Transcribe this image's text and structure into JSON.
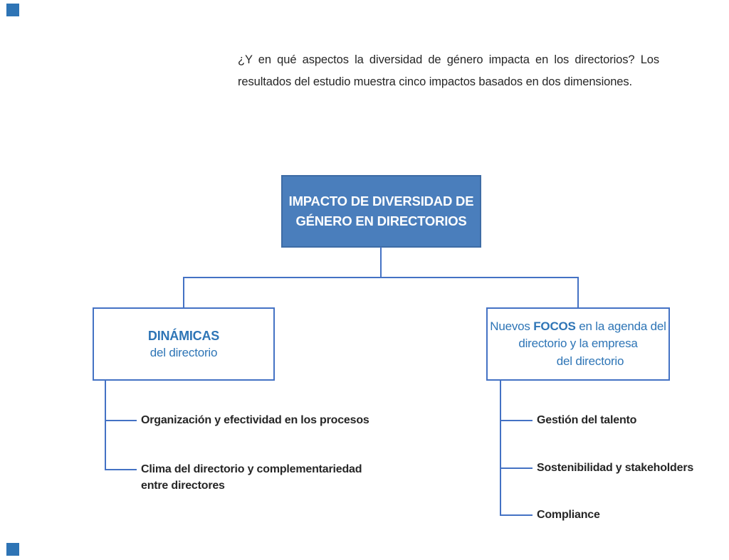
{
  "colors": {
    "corner_square": "#2E74B5",
    "root_fill": "#4A7EBC",
    "root_border": "#3E6CA5",
    "line_blue": "#4472C4",
    "text_blue": "#2E75B6",
    "text_dark": "#262626"
  },
  "intro": {
    "line1": "¿Y en qué aspectos la diversidad de género impacta en los directorios? Los",
    "line2": "resultados del estudio muestra cinco impactos basados en dos dimensiones."
  },
  "diagram": {
    "root_box": {
      "line1": "IMPACTO DE DIVERSIDAD DE",
      "line2": "GÉNERO EN DIRECTORIOS"
    },
    "left_box": {
      "title": "DINÁMICAS",
      "subtitle": "del directorio"
    },
    "right_box": {
      "line1_pre": "Nuevos ",
      "line1_bold": "FOCOS",
      "line1_post": " en la agenda del",
      "line2": "directorio y la empresa",
      "line3": "del directorio"
    },
    "left_items": {
      "item1": "Organización y efectividad en los procesos",
      "item2_line1": "Clima del directorio y complementariedad",
      "item2_line2": "entre directores"
    },
    "right_items": {
      "item1": "Gestión del talento",
      "item2": "Sostenibilidad y stakeholders",
      "item3": "Compliance"
    }
  }
}
